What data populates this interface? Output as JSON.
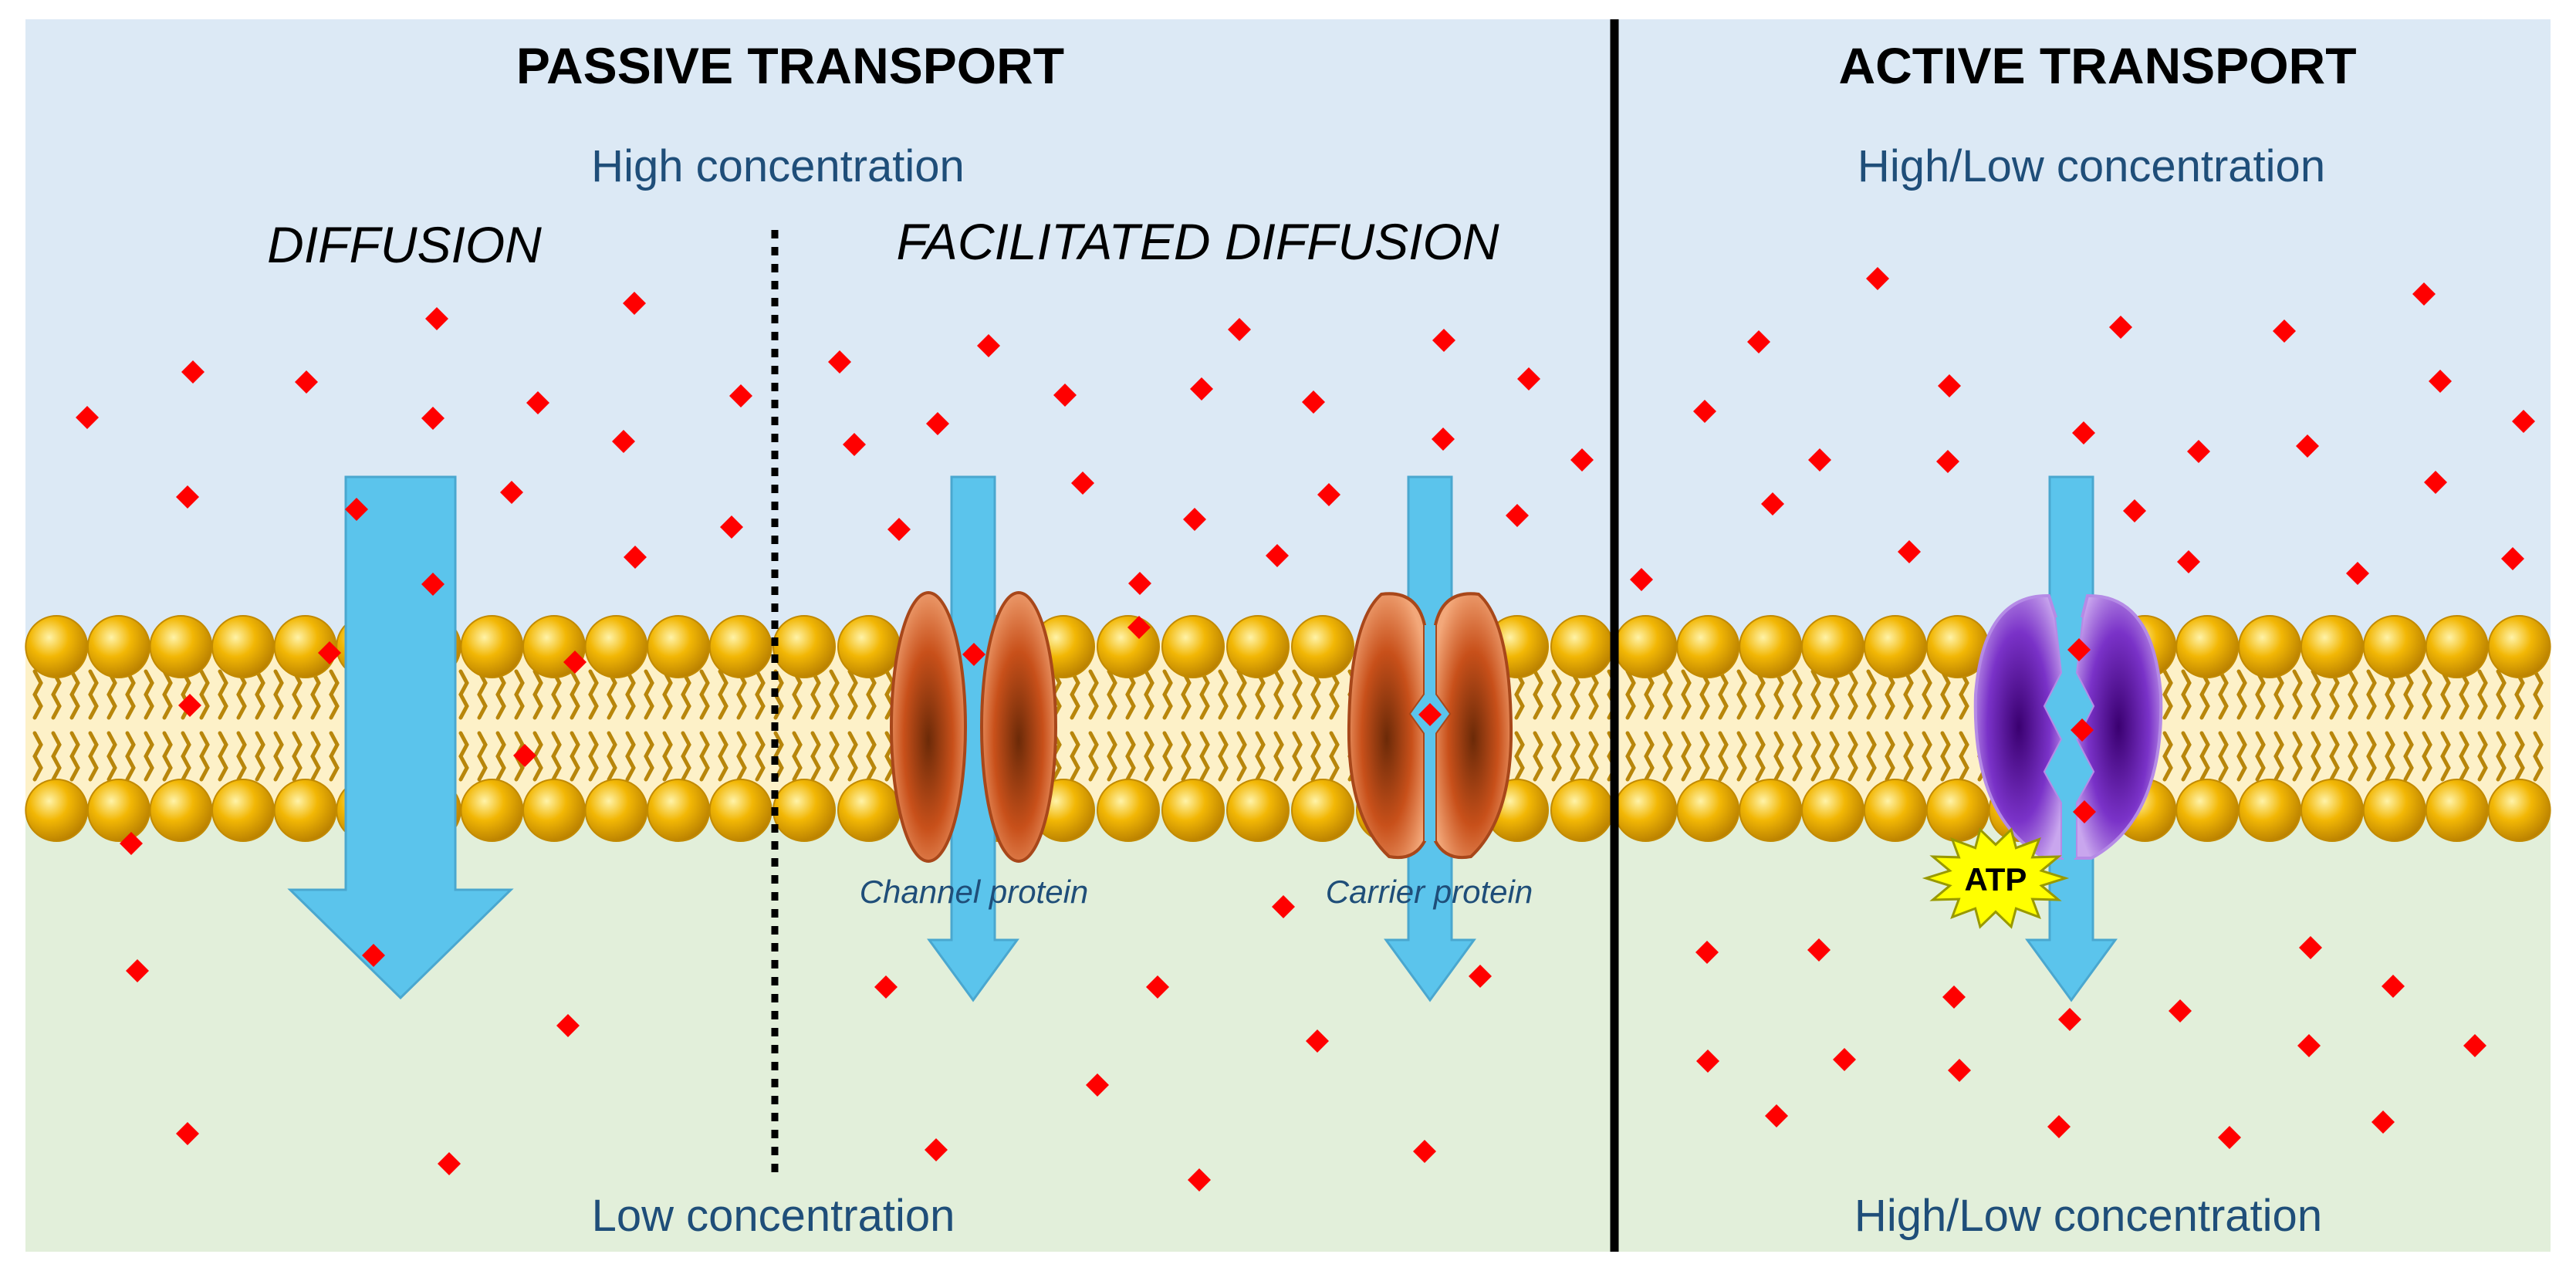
{
  "passive": {
    "title": "PASSIVE TRANSPORT",
    "top_concentration": "High concentration",
    "bottom_concentration": "Low concentration",
    "diffusion_label": "DIFFUSION",
    "facilitated_label": "FACILITATED DIFFUSION",
    "channel_protein_label": "Channel protein",
    "carrier_protein_label": "Carrier protein"
  },
  "active": {
    "title": "ACTIVE TRANSPORT",
    "top_concentration": "High/Low concentration",
    "bottom_concentration": "High/Low concentration",
    "atp_label": "ATP"
  },
  "colors": {
    "upper_region": "#dce9f5",
    "lower_region": "#e2efda",
    "arrow": "#5bc4ec",
    "molecule": "#ff0000",
    "phospholipid_head": "#e8a800",
    "lipid_tail": "#b8860b",
    "membrane_core": "#fdf1c8",
    "channel_protein": "#c8501a",
    "pump_protein": "#6a1fb0",
    "atp_burst": "#ffff00",
    "divider": "#000000"
  }
}
